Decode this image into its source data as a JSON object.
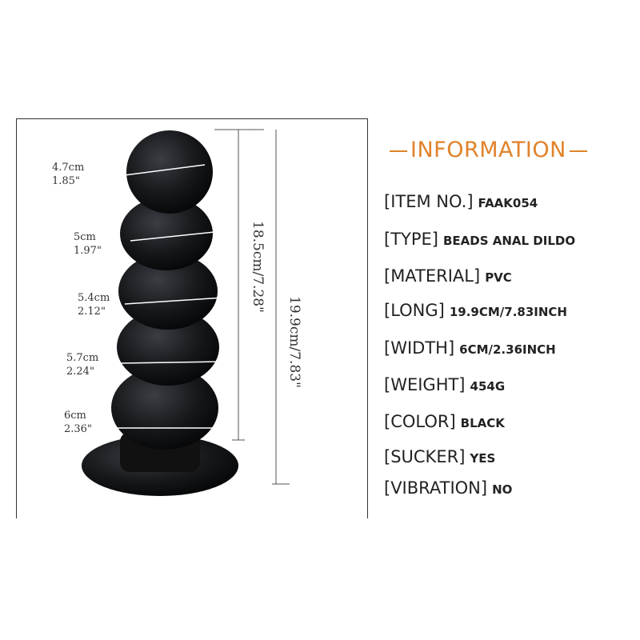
{
  "diagram": {
    "measurements": [
      {
        "cm": "4.7cm",
        "inch": "1.85\""
      },
      {
        "cm": "5cm",
        "inch": "1.97\""
      },
      {
        "cm": "5.4cm",
        "inch": "2.12\""
      },
      {
        "cm": "5.7cm",
        "inch": "2.24\""
      },
      {
        "cm": "6cm",
        "inch": "2.36\""
      }
    ],
    "insertable_length": "18.5cm/7.28\"",
    "total_length": "19.9cm/7.83\""
  },
  "information": {
    "title": "INFORMATION",
    "accent_color": "#e0822a",
    "specs": [
      {
        "key": "[ITEM NO.]",
        "value": "FAAK054"
      },
      {
        "key": "[TYPE]",
        "value": "BEADS ANAL DILDO"
      },
      {
        "key": "[MATERIAL]",
        "value": "PVC"
      },
      {
        "key": "[LONG]",
        "value": "19.9CM/7.83INCH"
      },
      {
        "key": "[WIDTH]",
        "value": "6CM/2.36INCH"
      },
      {
        "key": "[WEIGHT]",
        "value": "454G"
      },
      {
        "key": "[COLOR]",
        "value": "BLACK"
      },
      {
        "key": "[SUCKER]",
        "value": "YES"
      },
      {
        "key": "[VIBRATION]",
        "value": "NO"
      }
    ]
  }
}
